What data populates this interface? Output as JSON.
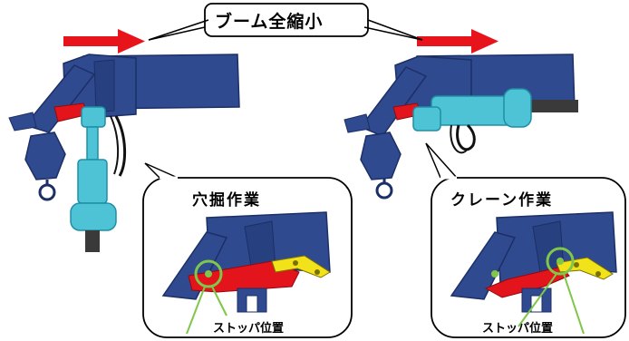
{
  "title": "ブーム全縮小",
  "panels": [
    {
      "id": "left",
      "caption": "穴掘作業",
      "stopper_label": "ストッパ位置"
    },
    {
      "id": "right",
      "caption": "クレーン作業",
      "stopper_label": "ストッパ位置"
    }
  ],
  "colors": {
    "boom_blue": "#2f4a8f",
    "boom_dark": "#1c2f66",
    "cyan": "#4fc3d6",
    "cyan_dark": "#1f8fa6",
    "stopper_red": "#e3141b",
    "arrow_red": "#e8141b",
    "latch_yellow": "#f2e21a",
    "highlight_green": "#7fc64a",
    "rope_black": "#111111",
    "rod_gray": "#3a3a3a"
  },
  "icons": [
    "direction-arrow-icon",
    "hook-icon",
    "pulley-icon",
    "stopper-highlight-icon"
  ]
}
